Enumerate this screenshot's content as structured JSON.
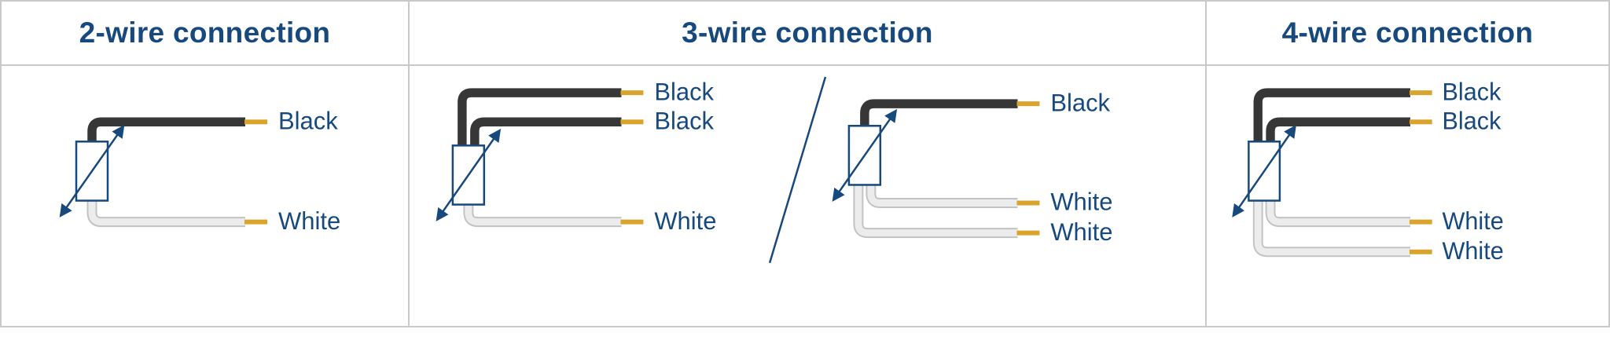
{
  "header": {
    "columns": [
      {
        "label": "2-wire connection"
      },
      {
        "label": "3-wire connection"
      },
      {
        "label": "4-wire connection"
      }
    ]
  },
  "diagrams": {
    "two_wire": {
      "labels": {
        "top1": "Black",
        "bottom1": "White"
      }
    },
    "three_wire_variant_a": {
      "labels": {
        "top1": "Black",
        "top2": "Black",
        "bottom1": "White"
      }
    },
    "three_wire_variant_b": {
      "labels": {
        "top1": "Black",
        "bottom1": "White",
        "bottom2": "White"
      }
    },
    "four_wire": {
      "labels": {
        "top1": "Black",
        "top2": "Black",
        "bottom1": "White",
        "bottom2": "White"
      }
    }
  },
  "colors": {
    "title_text": "#17497d",
    "label_text": "#17497d",
    "wire_black": "#373737",
    "wire_white": "#ececec",
    "wire_white_outline": "#c3c3c3",
    "terminal_tip_gold": "#d9a32c",
    "symbol_outline": "#17497d",
    "table_border": "#c9c9c9"
  },
  "icons": {
    "sensor_symbol": "variable-resistor-icon"
  }
}
